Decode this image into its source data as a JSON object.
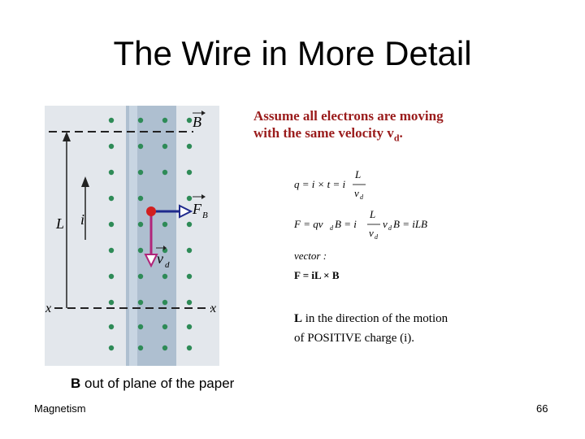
{
  "slide": {
    "title": "The Wire in More Detail",
    "assume_line1": "Assume all electrons are moving",
    "assume_line2": "with the same velocity v",
    "assume_sub": "d",
    "assume_end": ".",
    "note_line1_bold": "L",
    "note_line1_rest": " in the direction of the motion",
    "note_line2": "of POSITIVE charge (i).",
    "caption_bold": "B",
    "caption_rest": " out of plane of the paper",
    "footer_left": "Magnetism",
    "footer_right": "66"
  },
  "figure": {
    "label_B": "B",
    "label_F": "F",
    "label_F_sub": "B",
    "label_v": "v",
    "label_v_sub": "d",
    "label_L": "L",
    "label_i": "i",
    "label_x_left": "x",
    "label_x_right": "x",
    "colors": {
      "panel": "#e3e7ec",
      "wire": "#aebfd0",
      "dots": "#2e8b57",
      "force": "#1f2a8c",
      "velocity": "#b0257a",
      "charge": "#d21f1f"
    }
  },
  "equations": {
    "eq1_left": "q = i × t = i",
    "eq1_num": "L",
    "eq1_den": "v",
    "eq1_den_sub": "d",
    "eq2_left": "F = qv",
    "eq2_left_sub": "d",
    "eq2_mid": "B = i",
    "eq2_num": "L",
    "eq2_den": "v",
    "eq2_den_sub": "d",
    "eq2_right": "v",
    "eq2_right_sub": "d",
    "eq2_end": "B = iLB",
    "vector_label": "vector :",
    "vector_eq": "F = iL × B"
  }
}
